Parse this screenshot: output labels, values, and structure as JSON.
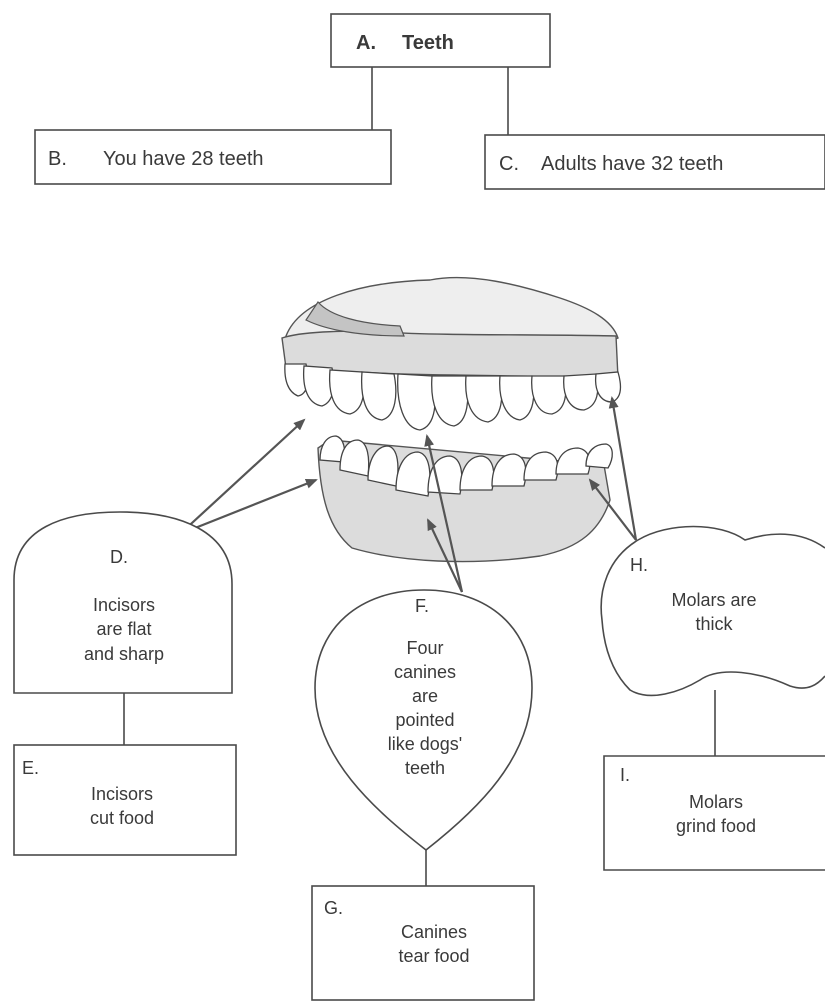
{
  "nodes": {
    "a": {
      "letter": "A.",
      "text": "Teeth"
    },
    "b": {
      "letter": "B.",
      "text": "You have 28 teeth"
    },
    "c": {
      "letter": "C.",
      "text": "Adults have 32 teeth"
    },
    "d": {
      "letter": "D.",
      "lines": [
        "Incisors",
        "are flat",
        "and sharp"
      ]
    },
    "e": {
      "letter": "E.",
      "lines": [
        "Incisors",
        "cut food"
      ]
    },
    "f": {
      "letter": "F.",
      "lines": [
        "Four",
        "canines",
        "are",
        "pointed",
        "like dogs'",
        "teeth"
      ]
    },
    "g": {
      "letter": "G.",
      "lines": [
        "Canines",
        "tear food"
      ]
    },
    "h": {
      "letter": "H.",
      "lines": [
        "Molars are",
        "thick"
      ]
    },
    "i": {
      "letter": "I.",
      "lines": [
        "Molars",
        "grind food"
      ]
    }
  },
  "colors": {
    "ink": "#3a3a3a",
    "line": "#4a4a4a",
    "gum": "#dcdcdc",
    "background": "#ffffff"
  }
}
